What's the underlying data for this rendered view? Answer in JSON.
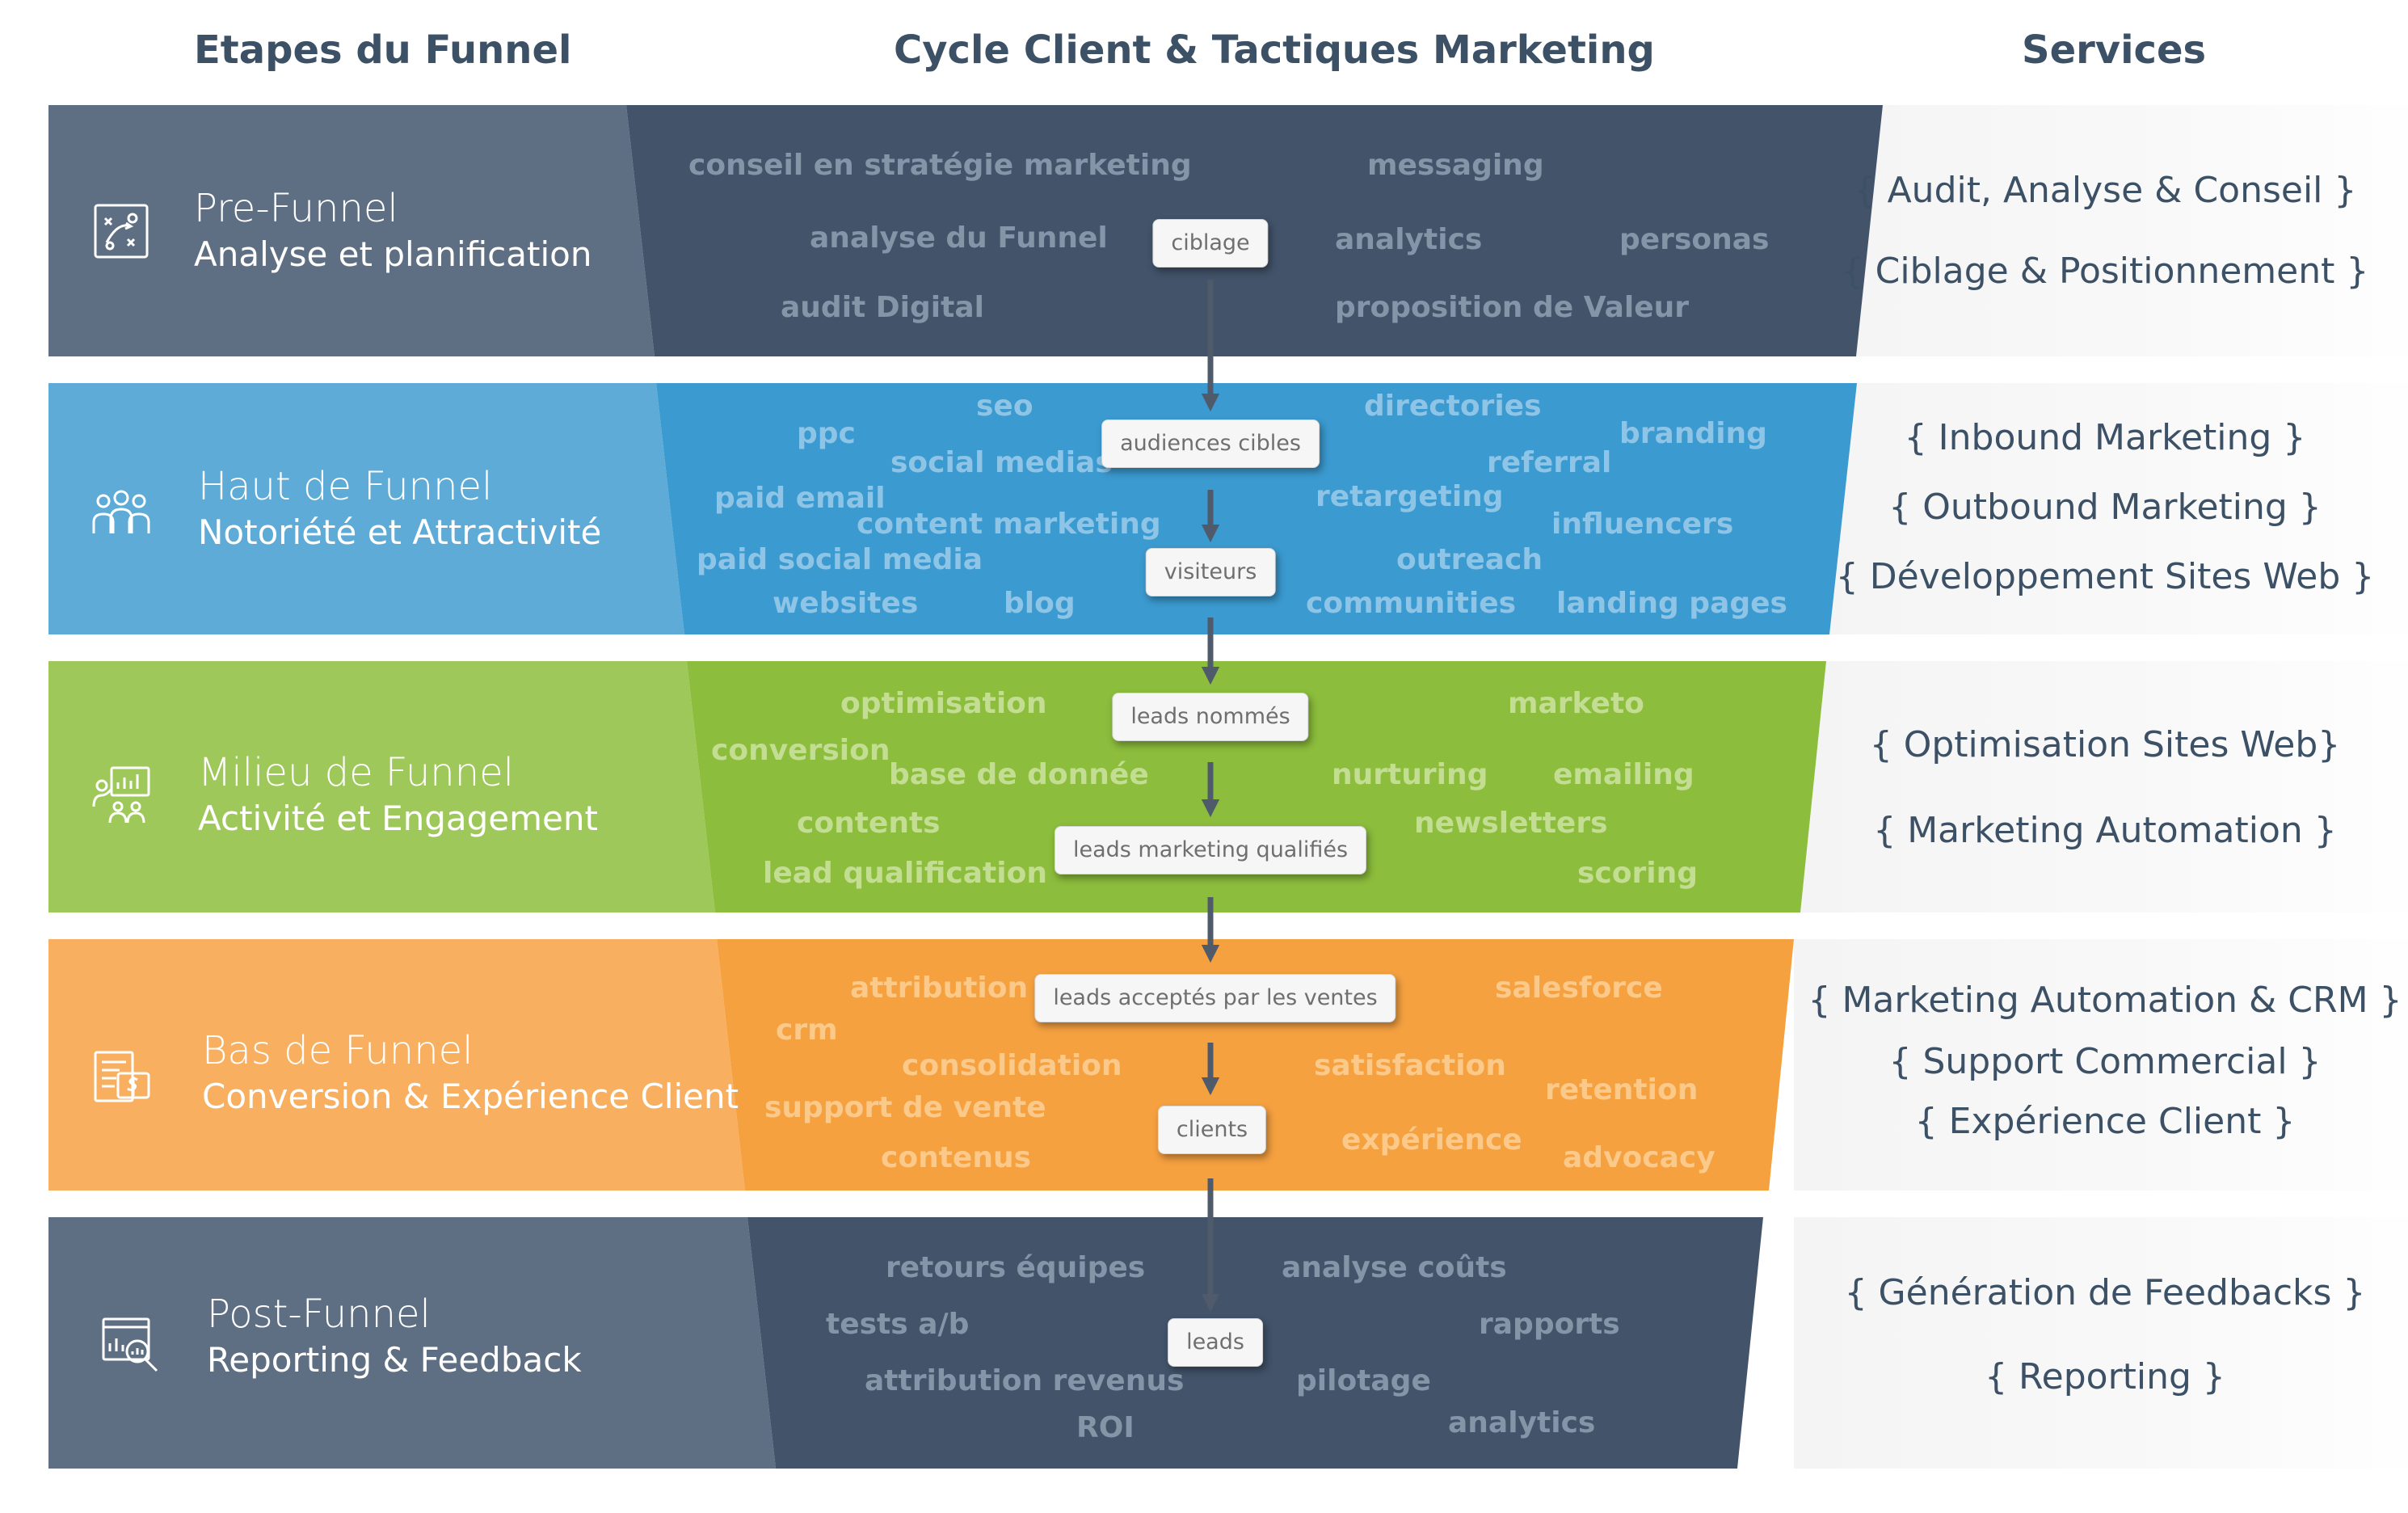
{
  "headers": {
    "stages": "Etapes du Funnel",
    "cycle": "Cycle Client & Tactiques Marketing",
    "services": "Services"
  },
  "colors": {
    "pre_stage": "#5e6f84",
    "pre_tact": "#42536a",
    "haut_stage": "#5dabd6",
    "haut_tact": "#3b9ad0",
    "milieu_stage": "#9fc85a",
    "milieu_tact": "#8cbd3c",
    "bas_stage": "#f8b060",
    "bas_tact": "#f6a140",
    "post_stage": "#5e6f84",
    "post_tact": "#42536a",
    "heading": "#3d5166"
  },
  "rows": [
    {
      "id": "pre",
      "title": "Pre-Funnel",
      "subtitle": "Analyse et planification",
      "icon": "strategy-board-icon",
      "tags": [
        "conseil en stratégie marketing",
        "messaging",
        "analyse du Funnel",
        "analytics",
        "personas",
        "audit Digital",
        "proposition de Valeur"
      ],
      "stages": [
        "ciblage"
      ],
      "services": [
        "{ Audit, Analyse & Conseil }",
        "{ Ciblage & Positionnement }"
      ]
    },
    {
      "id": "haut",
      "title": "Haut de Funnel",
      "subtitle": "Notoriété et Attractivité",
      "icon": "audience-group-icon",
      "tags": [
        "seo",
        "directories",
        "ppc",
        "branding",
        "social medias",
        "referral",
        "paid email",
        "retargeting",
        "content marketing",
        "influencers",
        "paid social media",
        "outreach",
        "websites",
        "blog",
        "communities",
        "landing pages"
      ],
      "stages": [
        "audiences cibles",
        "visiteurs"
      ],
      "services": [
        "{ Inbound Marketing }",
        "{ Outbound Marketing }",
        "{ Développement Sites Web }"
      ]
    },
    {
      "id": "milieu",
      "title": "Milieu de Funnel",
      "subtitle": "Activité et Engagement",
      "icon": "presentation-team-icon",
      "tags": [
        "optimisation",
        "marketo",
        "conversion",
        "base de donnée",
        "nurturing",
        "emailing",
        "contents",
        "newsletters",
        "lead qualification",
        "scoring"
      ],
      "stages": [
        "leads nommés",
        "leads marketing qualifiés"
      ],
      "services": [
        "{ Optimisation Sites Web}",
        "{ Marketing Automation }"
      ]
    },
    {
      "id": "bas",
      "title": "Bas de Funnel",
      "subtitle": "Conversion & Expérience Client",
      "icon": "invoice-dollar-icon",
      "tags": [
        "attribution",
        "salesforce",
        "crm",
        "consolidation",
        "satisfaction",
        "support de vente",
        "retention",
        "expérience",
        "contenus",
        "advocacy"
      ],
      "stages": [
        "leads acceptés par les ventes",
        "clients"
      ],
      "services": [
        "{ Marketing Automation & CRM }",
        "{ Support Commercial }",
        "{ Expérience Client }"
      ]
    },
    {
      "id": "post",
      "title": "Post-Funnel",
      "subtitle": "Reporting & Feedback",
      "icon": "report-magnifier-icon",
      "tags": [
        "retours équipes",
        "analyse coûts",
        "tests a/b",
        "rapports",
        "attribution revenus",
        "pilotage",
        "ROI",
        "analytics"
      ],
      "stages": [
        "leads"
      ],
      "services": [
        "{ Génération de Feedbacks }",
        "{ Reporting }"
      ]
    }
  ]
}
